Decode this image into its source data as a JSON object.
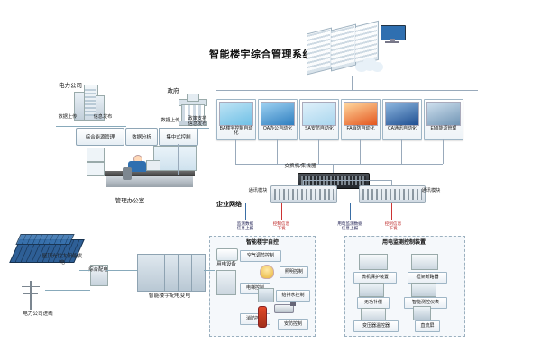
{
  "diagram": {
    "title": "智能楼宇综合管理系统",
    "top_nodes": [
      {
        "name": "电力公司",
        "label": "电力公司"
      },
      {
        "name": "government",
        "label": "政府"
      }
    ],
    "top_small_labels": [
      {
        "name": "data-upload-left",
        "label": "数据上传"
      },
      {
        "name": "info-release-left",
        "label": "信息发布"
      },
      {
        "name": "data-upload-right",
        "label": "数据上传"
      },
      {
        "name": "info-release-right",
        "label": "政策支持\n信息发布"
      }
    ],
    "center_left_nodes": [
      {
        "name": "integrated-energy-mgmt",
        "label": "综合能源管理"
      },
      {
        "name": "data-analysis",
        "label": "数据分析"
      },
      {
        "name": "centralized-control",
        "label": "集中式控制"
      }
    ],
    "management_office": "管理办公室",
    "applications": [
      {
        "name": "ba-building-auto",
        "label": "BA楼宇控制自动化",
        "color": "#7ec8ea"
      },
      {
        "name": "oa-office-auto",
        "label": "OA办公自动化",
        "color": "#4aa3df"
      },
      {
        "name": "sa-security-auto",
        "label": "SA安防自动化",
        "color": "#9fd4f0"
      },
      {
        "name": "fa-fire-auto",
        "label": "FA消防自动化",
        "color": "#e8622a"
      },
      {
        "name": "ca-comm-auto",
        "label": "CA通讯自动化",
        "color": "#2e6fb7"
      },
      {
        "name": "emi-energy-mgmt",
        "label": "EMI能源管理",
        "color": "#7fa8c9"
      }
    ],
    "switch_label": "交换机/集线器",
    "enterprise_network": "企业网络",
    "comm_modules": [
      {
        "name": "comm-module-left",
        "label": "通讯模块"
      },
      {
        "name": "comm-module-right",
        "label": "通讯模块"
      }
    ],
    "flow_labels": [
      {
        "name": "monitor-data-upload",
        "label": "监测数据\n信息上报"
      },
      {
        "name": "control-command-down",
        "label": "控制信息\n下发"
      },
      {
        "name": "power-monitor-upload",
        "label": "用电监测数据\n信息上报"
      },
      {
        "name": "control-command-down-2",
        "label": "控制信息\n下发"
      }
    ],
    "panels": [
      {
        "name": "smart-building-control-panel",
        "title": "智能楼宇自控",
        "items": [
          {
            "name": "hvac-control",
            "label": "空气调节控制"
          },
          {
            "name": "lighting-control",
            "label": "照明控制"
          },
          {
            "name": "elevator-control",
            "label": "电梯控制"
          },
          {
            "name": "drainage-control",
            "label": "给排水控制"
          },
          {
            "name": "fire-control",
            "label": "消防控制"
          },
          {
            "name": "security-control",
            "label": "安防控制"
          }
        ]
      },
      {
        "name": "power-monitoring-panel",
        "title": "用电监测控制装置",
        "items": [
          {
            "name": "micro-protection-device",
            "label": "微机保护装置"
          },
          {
            "name": "frame-breaker",
            "label": "框架断路器"
          },
          {
            "name": "reactive-compensation",
            "label": "无功补偿"
          },
          {
            "name": "smart-meter",
            "label": "智能测控仪表"
          },
          {
            "name": "transformer-temp-control",
            "label": "变压器温控器"
          },
          {
            "name": "dc-screen",
            "label": "直流屏"
          }
        ]
      }
    ],
    "left_bottom": {
      "solar_label": "屋顶光伏太阳能发电",
      "combiner_label": "综合配电",
      "power_company_incoming": "电力公司进线",
      "substation_label": "智能楼宇配电变电",
      "load_label": "用电设备"
    }
  }
}
